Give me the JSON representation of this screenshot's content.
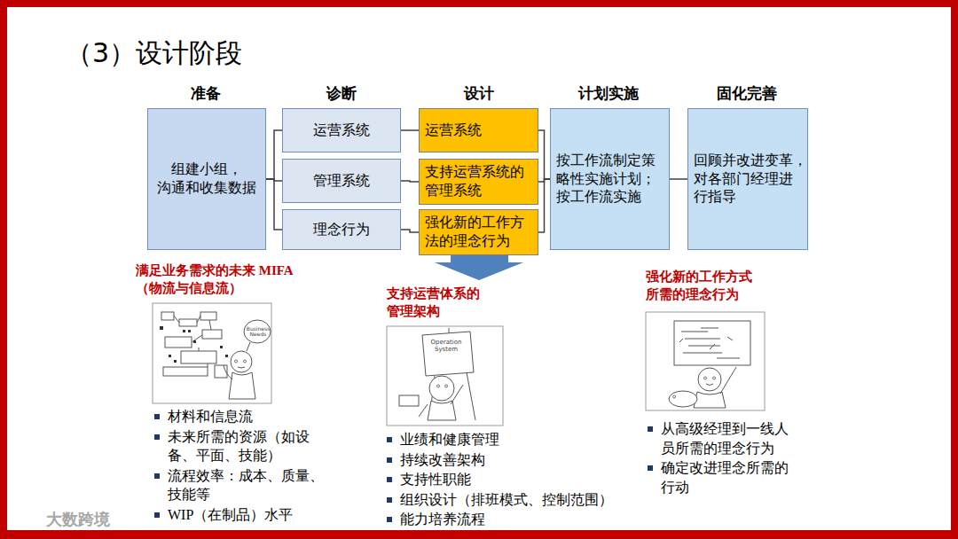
{
  "diagram": {
    "title": "（3）设计阶段",
    "nodes": [
      {
        "text": [
          "组建小组， 沟通和收集数据"
        ]
      },
      {
        "text": [
          "运营系统"
        ]
      },
      {
        "text": [
          "管理系统"
        ]
      },
      {
        "text": [
          "理念行为"
        ]
      },
      {
        "text": [
          "运营系统"
        ]
      },
      {
        "text": [
          "支持运营系统的 管理系统"
        ]
      },
      {
        "text": [
          "强化新的工作方 法的理念行为"
        ]
      },
      {
        "text": [
          "按工作流制定策 略性实施计划； 按工作流实施"
        ]
      },
      {
        "text": [
          "回顾并改进变革， 对各部门经理进 行指导"
        ]
      }
    ],
    "edges": [
      {
        "from": 0,
        "to": 1,
        "arrow": "none"
      },
      {
        "from": 0,
        "to": 2,
        "arrow": "none"
      },
      {
        "from": 0,
        "to": 3,
        "arrow": "none"
      },
      {
        "from": 1,
        "to": 4,
        "arrow": "none"
      },
      {
        "from": 2,
        "to": 5,
        "arrow": "none"
      },
      {
        "from": 3,
        "to": 6,
        "arrow": "none"
      },
      {
        "from": 4,
        "to": 7,
        "arrow": "none"
      },
      {
        "from": 5,
        "to": 7,
        "arrow": "none"
      },
      {
        "from": 6,
        "to": 7,
        "arrow": "none"
      },
      {
        "from": 7,
        "to": 8,
        "arrow": "none"
      }
    ],
    "labels": [
      "准备",
      "诊断",
      "设计",
      "计划实施",
      "固化完善",
      "满足业务需求的未来 MIFA（物流与信息流）",
      "材料和信息流",
      "未来所需的资源（如设 备、平面、技能）",
      "流程效率：成本、质量、 技能等",
      "WIP（在制品）水平",
      "支持运营体系的 管理架构",
      "业绩和健康管理",
      "持续改善架构",
      "支持性职能",
      "组织设计（排班模式、控制范围）",
      "能力培养流程",
      "强化新的工作方式 所需的理念行为",
      "从高级经理到一线人 员所需的理念行为",
      "确定改进理念所需的 行动",
      "大数跨境",
      "Business Needs",
      "Operation System"
    ]
  }
}
